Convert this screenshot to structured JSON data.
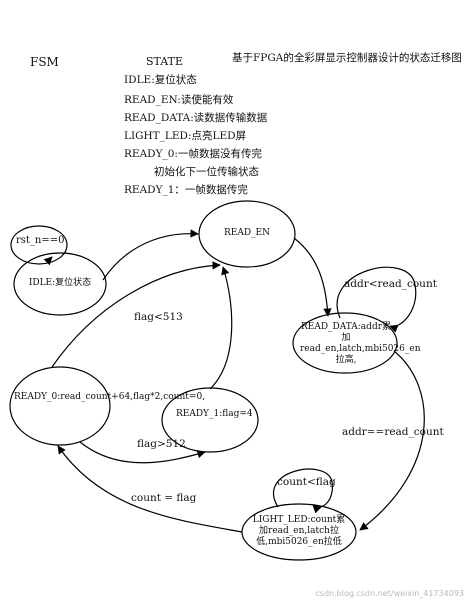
{
  "header": {
    "fsm": "FSM",
    "state": "STATE",
    "right_title": "基于FPGA的全彩屏显示控制器设计的状态迁移图"
  },
  "legend": [
    "IDLE:复位状态",
    "READ_EN:读使能有效",
    "READ_DATA:读数据传输数据",
    "LIGHT_LED:点亮LED屏",
    "READY_0:一帧数据没有传完",
    "初始化下一位传输状态",
    "READY_1：一帧数据传完"
  ],
  "states": {
    "idle": "IDLE:复位状态",
    "read_en": "READ_EN",
    "read_data": "READ_DATA:addr累加read_en,latch,mbi5026_en拉高,",
    "ready0": "READY_0:read_count+64,flag*2,count=0,",
    "ready1": "READY_1:flag=4",
    "light_led": "LIGHT_LED:count累加read_en,latch拉低,mbi5026_en拉低"
  },
  "self_loops": {
    "rst": "rst_n==0",
    "addr": "addr<read_count",
    "count": "count<flag"
  },
  "edges": {
    "flag_lt": "flag<513",
    "flag_gt": "flag>512",
    "addr_eq": "addr==read_count",
    "count_eq": "count = flag"
  },
  "watermark": "csdn.blog.csdn.net/weixin_41734093"
}
